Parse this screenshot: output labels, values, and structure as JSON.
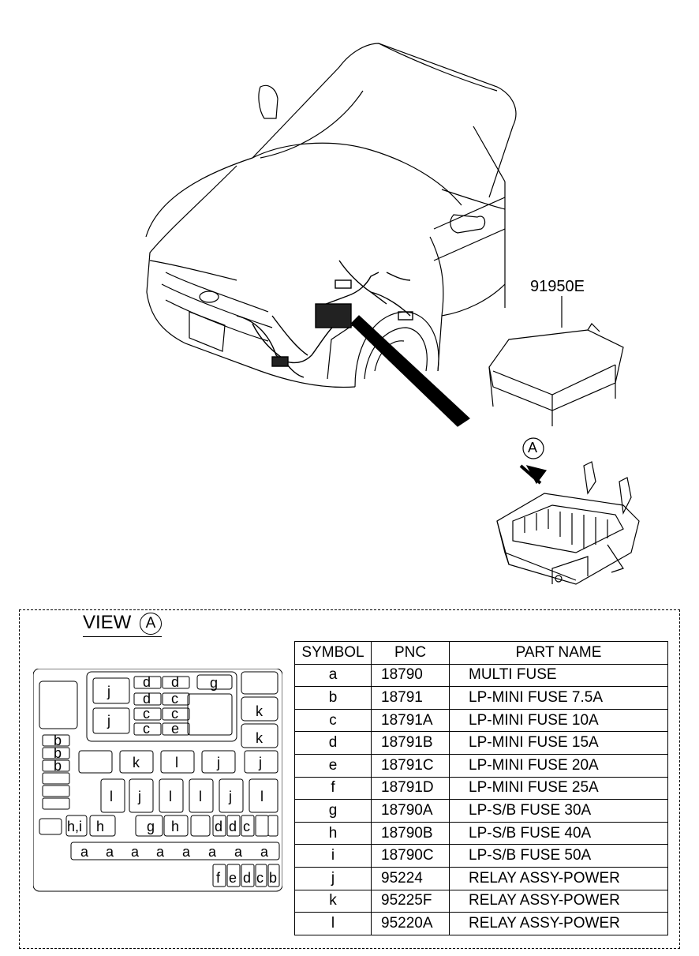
{
  "callouts": {
    "part_number": "91950E",
    "view_marker": "A"
  },
  "view": {
    "label": "VIEW",
    "marker": "A"
  },
  "table": {
    "headers": [
      "SYMBOL",
      "PNC",
      "PART NAME"
    ],
    "rows": [
      {
        "symbol": "a",
        "pnc": "18790",
        "name": "MULTI FUSE"
      },
      {
        "symbol": "b",
        "pnc": "18791",
        "name": "LP-MINI FUSE 7.5A"
      },
      {
        "symbol": "c",
        "pnc": "18791A",
        "name": "LP-MINI FUSE 10A"
      },
      {
        "symbol": "d",
        "pnc": "18791B",
        "name": "LP-MINI FUSE 15A"
      },
      {
        "symbol": "e",
        "pnc": "18791C",
        "name": "LP-MINI FUSE 20A"
      },
      {
        "symbol": "f",
        "pnc": "18791D",
        "name": "LP-MINI FUSE 25A"
      },
      {
        "symbol": "g",
        "pnc": "18790A",
        "name": "LP-S/B FUSE 30A"
      },
      {
        "symbol": "h",
        "pnc": "18790B",
        "name": "LP-S/B FUSE 40A"
      },
      {
        "symbol": "i",
        "pnc": "18790C",
        "name": "LP-S/B FUSE 50A"
      },
      {
        "symbol": "j",
        "pnc": "95224",
        "name": "RELAY ASSY-POWER"
      },
      {
        "symbol": "k",
        "pnc": "95225F",
        "name": "RELAY ASSY-POWER"
      },
      {
        "symbol": "l",
        "pnc": "95220A",
        "name": "RELAY ASSY-POWER"
      }
    ]
  },
  "fusebox_labels": {
    "a": "a",
    "b": "b",
    "c": "c",
    "d": "d",
    "e": "e",
    "f": "f",
    "g": "g",
    "h": "h",
    "hi": "h,i",
    "j": "j",
    "k": "k",
    "l": "l"
  }
}
